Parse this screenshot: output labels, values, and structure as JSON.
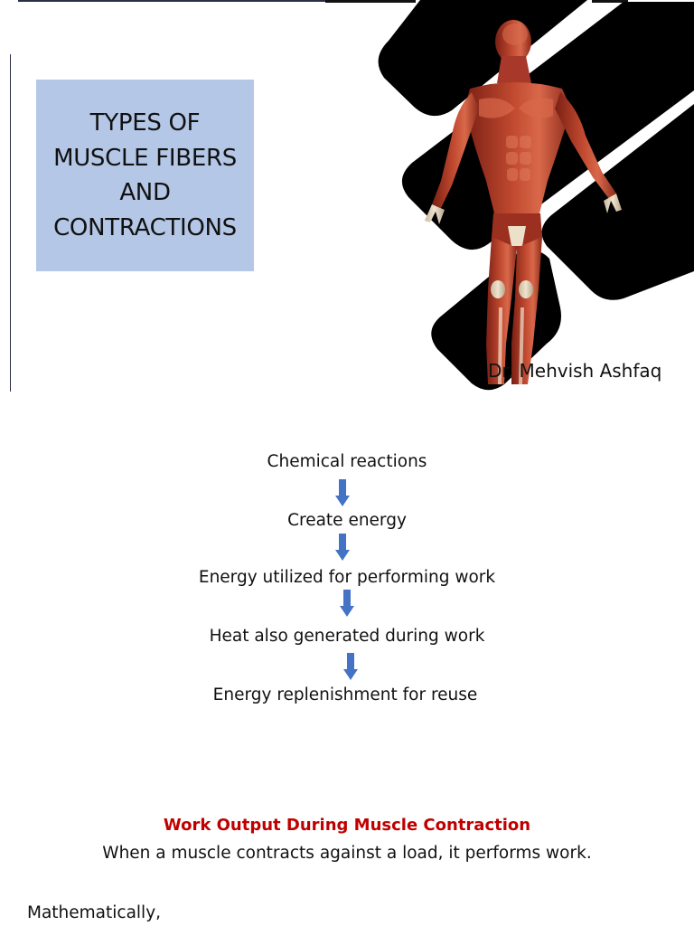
{
  "slide": {
    "title_lines": [
      "TYPES OF",
      "MUSCLE FIBERS",
      "AND",
      "CONTRACTIONS"
    ],
    "author": "Dr. Mehvish Ashfaq",
    "image_icon": "human-muscle-anatomy-figure"
  },
  "flow": {
    "steps": [
      "Chemical reactions",
      "Create energy",
      "Energy utilized for performing work",
      "Heat also generated during work",
      "Energy replenishment for reuse"
    ],
    "arrow_icon": "down-arrow-icon",
    "arrow_color": "#4472c4"
  },
  "work": {
    "heading": "Work Output During Muscle Contraction",
    "heading_color": "#c00000",
    "text": "When a muscle contracts against a load, it performs work."
  },
  "math": {
    "label": "Mathematically,"
  }
}
